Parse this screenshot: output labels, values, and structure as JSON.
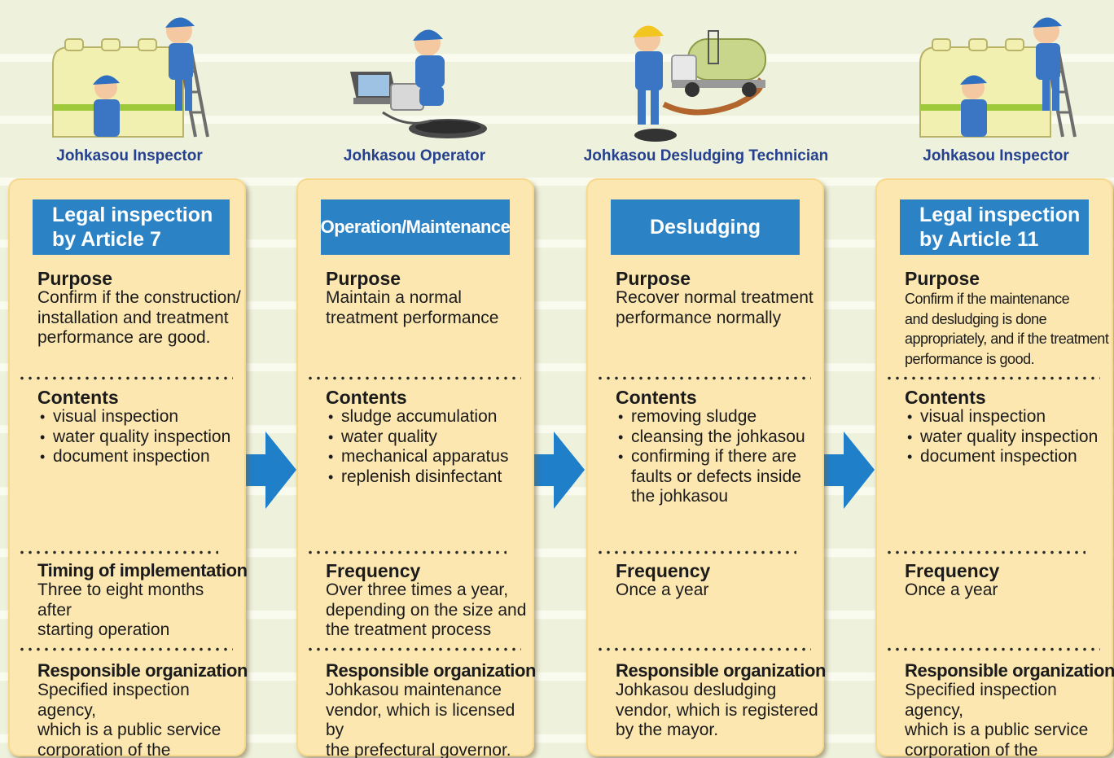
{
  "colors": {
    "title_box": "#2b83c6",
    "card": "#fce7b1",
    "role_text": "#25408f",
    "arrow": "#1f7fc9"
  },
  "columns": [
    {
      "role": "Johkasou Inspector",
      "illustration_icon": "inspector-at-tank-icon",
      "title": "Legal inspection by Article 7",
      "purpose_heading": "Purpose",
      "purpose_text": "Confirm if the construction/\ninstallation and treatment\nperformance are good.",
      "contents_heading": "Contents",
      "contents_items": [
        "visual inspection",
        "water quality inspection",
        "document inspection"
      ],
      "timing_heading": "Timing of implementation",
      "timing_text": "Three to eight months after\nstarting operation",
      "org_heading": "Responsible organization",
      "org_text": "Specified inspection agency,\nwhich is a public service\ncorporation of the prefecture."
    },
    {
      "role": "Johkasou Operator",
      "illustration_icon": "operator-with-laptop-icon",
      "title": "Operation/Maintenance",
      "purpose_heading": "Purpose",
      "purpose_text": "Maintain a normal\ntreatment performance",
      "contents_heading": "Contents",
      "contents_items": [
        "sludge accumulation",
        "water quality",
        "mechanical apparatus",
        "replenish disinfectant"
      ],
      "timing_heading": "Frequency",
      "timing_text": "Over three times a year,\ndepending on the size and\nthe treatment process",
      "org_heading": "Responsible organization",
      "org_text": "Johkasou maintenance\nvendor, which is licensed by\nthe prefectural governor."
    },
    {
      "role": "Johkasou Desludging Technician",
      "illustration_icon": "desludging-truck-icon",
      "title": "Desludging",
      "purpose_heading": "Purpose",
      "purpose_text": "Recover normal treatment\nperformance normally",
      "contents_heading": "Contents",
      "contents_items": [
        "removing sludge",
        "cleansing the johkasou",
        "confirming if there are faults or defects inside the johkasou"
      ],
      "timing_heading": "Frequency",
      "timing_text": "Once a year",
      "org_heading": "Responsible organization",
      "org_text": "Johkasou desludging\nvendor, which is registered\nby the mayor."
    },
    {
      "role": "Johkasou Inspector",
      "illustration_icon": "inspector-at-tank-icon",
      "title": "Legal inspection by Article 11",
      "purpose_heading": "Purpose",
      "purpose_text": "Confirm if the maintenance\nand desludging is done\nappropriately, and if the treatment\nperformance is good.",
      "contents_heading": "Contents",
      "contents_items": [
        "visual inspection",
        "water quality inspection",
        "document inspection"
      ],
      "timing_heading": "Frequency",
      "timing_text": "Once a year",
      "org_heading": "Responsible organization",
      "org_text": "Specified inspection agency,\nwhich is a public service\ncorporation of the prefecture."
    }
  ]
}
